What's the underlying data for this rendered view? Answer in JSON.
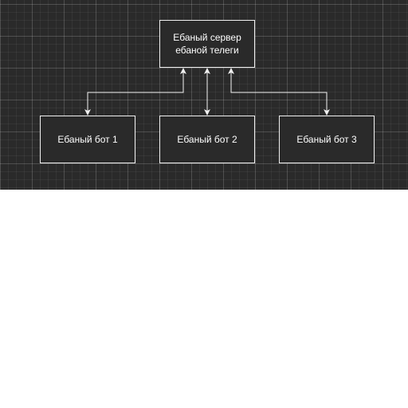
{
  "diagram": {
    "nodes": {
      "server": {
        "label": "Ебаный сервер\nебаной телеги"
      },
      "bot1": {
        "label": "Ебаный бот 1"
      },
      "bot2": {
        "label": "Ебаный бот 2"
      },
      "bot3": {
        "label": "Ебаный бот 3"
      }
    },
    "edges": [
      {
        "from": "server",
        "to": "bot1",
        "direction": "both"
      },
      {
        "from": "server",
        "to": "bot2",
        "direction": "both"
      },
      {
        "from": "server",
        "to": "bot3",
        "direction": "both"
      }
    ]
  },
  "colors": {
    "canvas_background": "#2a2a2a",
    "stroke": "#f0f0f0",
    "text": "#ffffff",
    "page_background": "#ffffff"
  }
}
